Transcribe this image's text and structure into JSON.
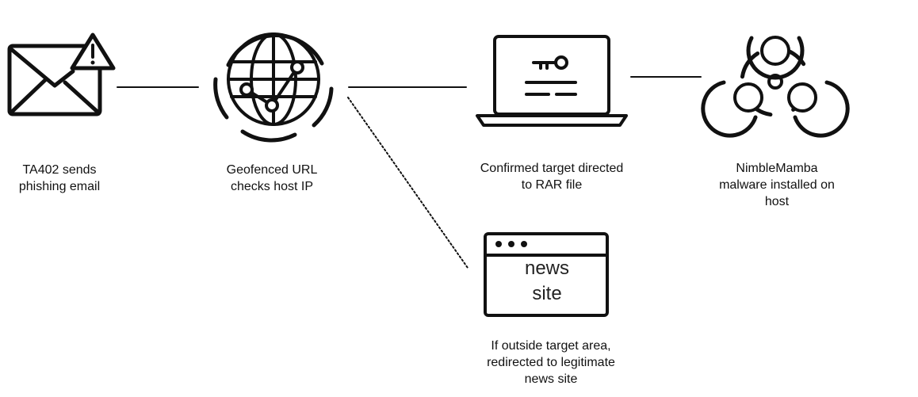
{
  "steps": {
    "email": {
      "icon": "email-warning-icon",
      "label": "TA402 sends\nphishing email"
    },
    "geo": {
      "icon": "globe-network-icon",
      "label": "Geofenced URL\nchecks host IP"
    },
    "laptop": {
      "icon": "laptop-key-icon",
      "label": "Confirmed target directed\nto RAR file"
    },
    "malware": {
      "icon": "biohazard-icon",
      "label": "NimbleMamba\nmalware installed on\nhost"
    },
    "news": {
      "icon": "browser-window-icon",
      "label": "If outside target area,\nredirected to legitimate\nnews site",
      "window_text_1": "news",
      "window_text_2": "site"
    }
  },
  "colors": {
    "stroke": "#111111",
    "background": "#ffffff"
  }
}
